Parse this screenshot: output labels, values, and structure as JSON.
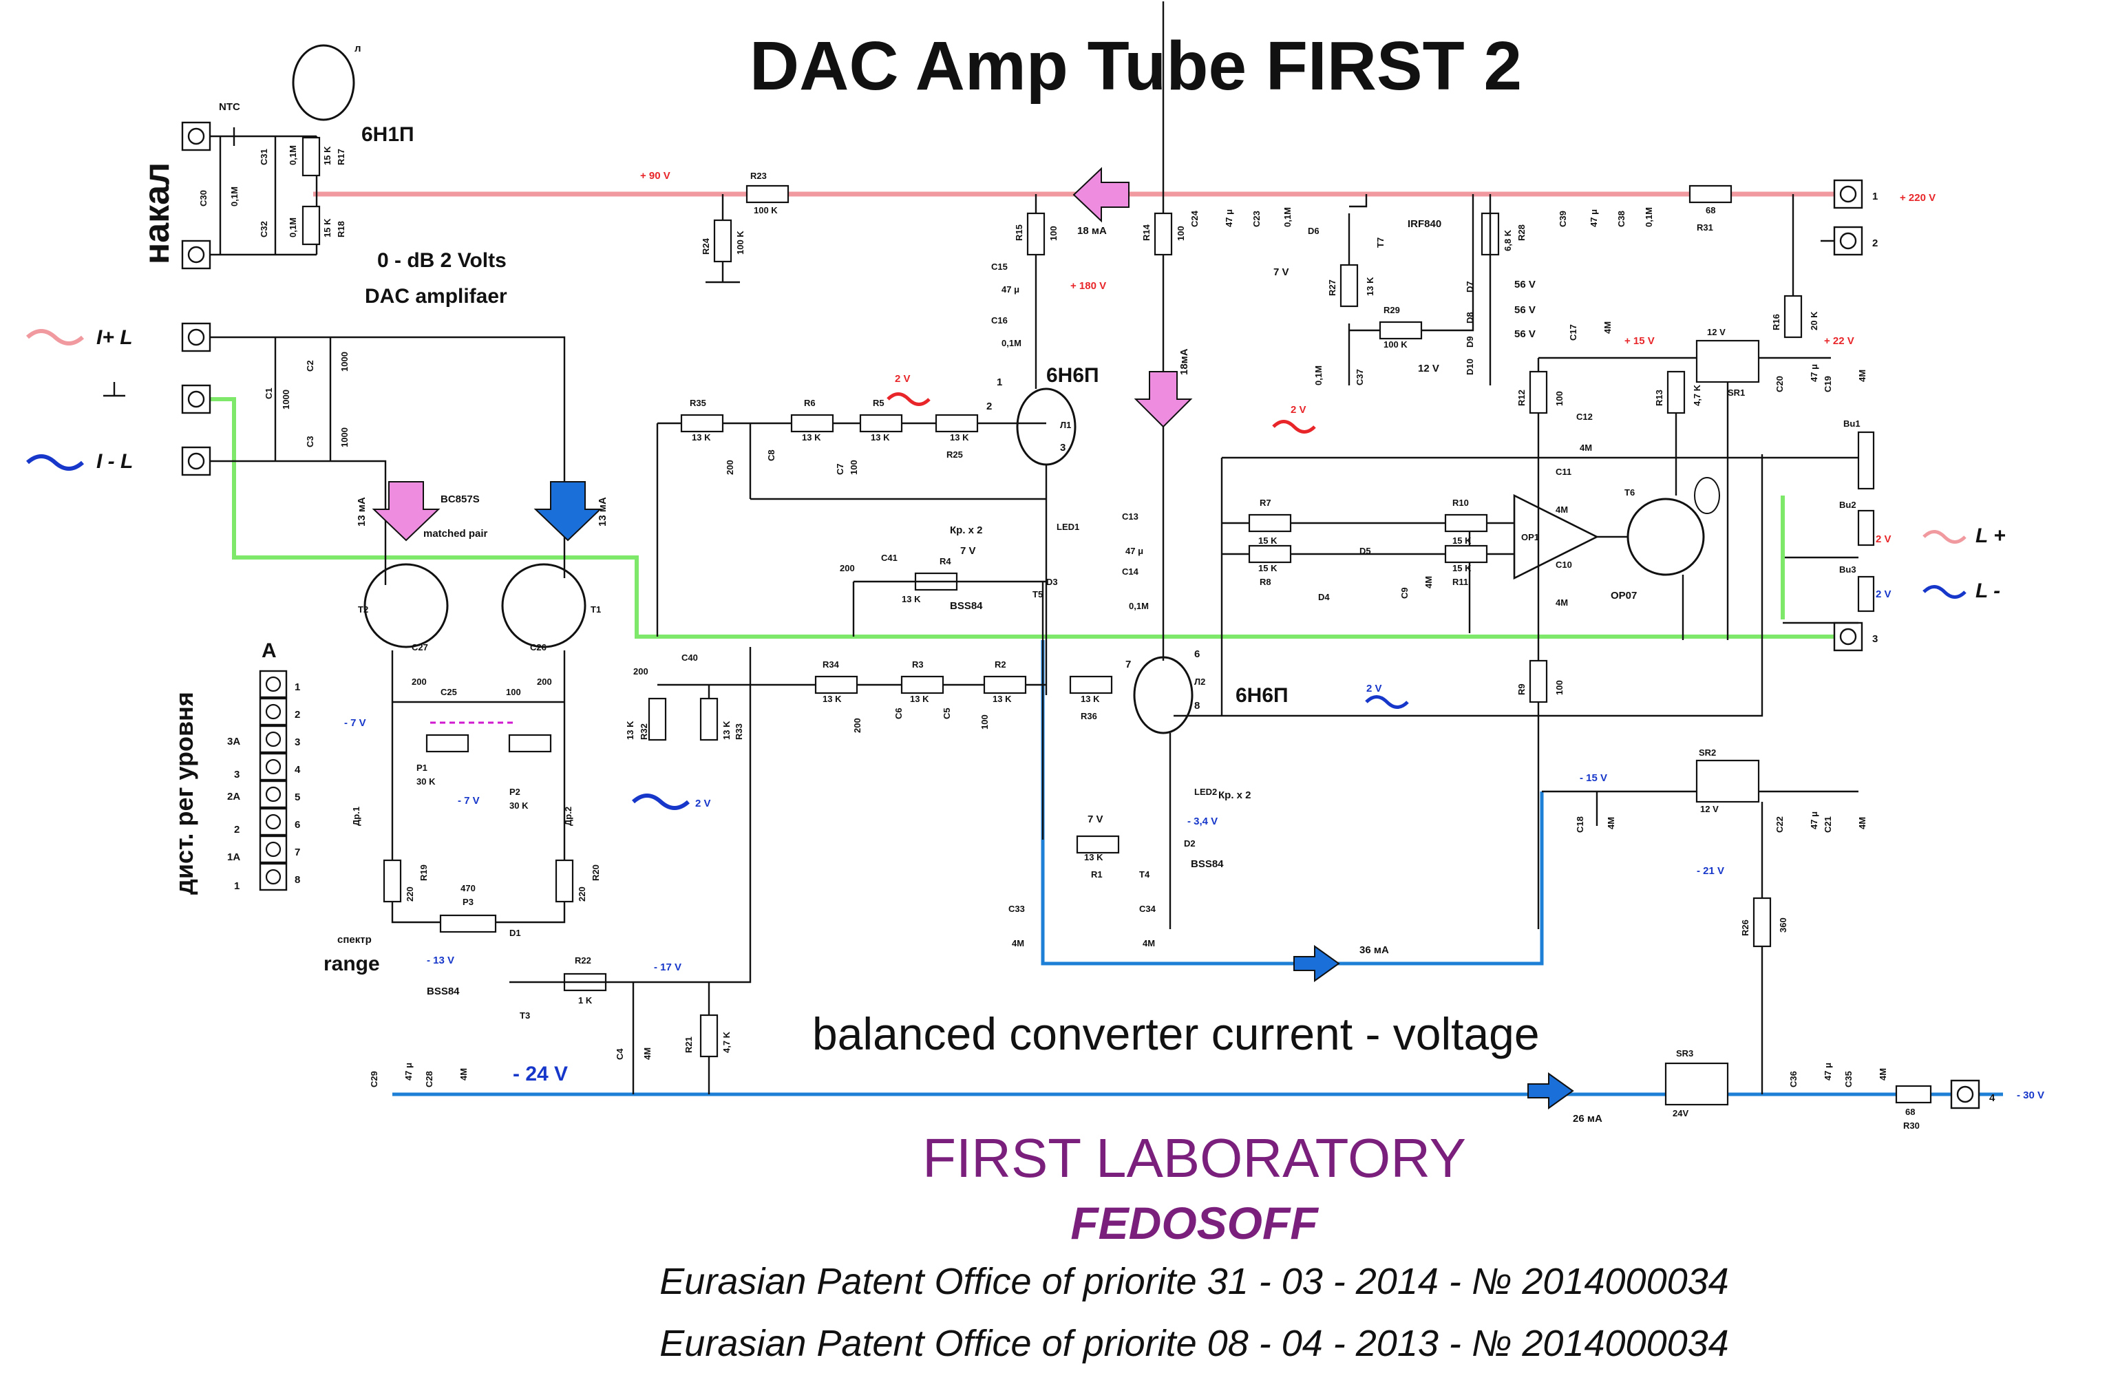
{
  "title": "DAC  Amp Tube FIRST 2",
  "subtitle_line1": "0 - dB 2 Volts",
  "subtitle_line2": "DAC amplifaer",
  "caption": "balanced converter current - voltage",
  "lab": "FIRST LABORATORY",
  "author": "FEDOSOFF",
  "patents": [
    "Eurasian Patent Office of priorite 31 - 03 - 2014 - № 2014000034",
    "Eurasian Patent Office of priorite 08 - 04 - 2013 - № 2014000034"
  ],
  "heater_label": "накал",
  "heater_tube": "6Н1П",
  "heater_tube_tag": "л",
  "ntc": "NTC",
  "tube_top": "6Н6П",
  "tube_bottom": "6Н6П",
  "mosfet": "IRF840",
  "opamp": "OP07",
  "transistor_pair": "BC857S",
  "matched_pair": "matched pair",
  "spectr_label": "спектр",
  "range_label": "range",
  "level_control_label": "дист. рег уровня",
  "connector_A": "A",
  "terminals": [
    {
      "num": "1",
      "voltage": "+ 220 V"
    },
    {
      "num": "2",
      "voltage": ""
    },
    {
      "num": "3",
      "voltage": ""
    },
    {
      "num": "4",
      "voltage": "- 30 V"
    }
  ],
  "inputs": [
    "I+ L",
    "I - L"
  ],
  "outputs": [
    "L +",
    "L -"
  ],
  "output_voltages": [
    "2 V",
    "2 V"
  ],
  "connector_pins": [
    "1",
    "2",
    "3",
    "4",
    "5",
    "6",
    "7",
    "8"
  ],
  "connector_labels": [
    "3A",
    "3",
    "2A",
    "2",
    "1A",
    "1"
  ],
  "voltages_red": [
    "+ 90 V",
    "+ 180 V",
    "2 V",
    "2 V",
    "+ 15 V",
    "+ 22 V"
  ],
  "voltages_blue": [
    "- 7 V",
    "- 7 V",
    "2 V",
    "- 13 V",
    "- 17 V",
    "- 24 V",
    "- 15 V",
    "- 21 V",
    "- 3,4 V",
    "2 V"
  ],
  "voltages_black": [
    "7 V",
    "7 V",
    "7 V",
    "12 V",
    "56 V",
    "56 V",
    "56 V"
  ],
  "currents": [
    "18 мА",
    "18мА",
    "13 мА",
    "13 мА",
    "36 мА",
    "26 мА"
  ],
  "kr_labels": [
    "Кр. x 2",
    "Кр. x 2"
  ],
  "bss": [
    "BSS84",
    "BSS84",
    "BSS84"
  ],
  "tube_pins_top": [
    "1",
    "2",
    "3",
    "Л1"
  ],
  "tube_pins_bottom": [
    "7",
    "6",
    "8",
    "Л2"
  ],
  "component_labels": {
    "R23": "R23",
    "R23v": "100 K",
    "R24": "R24",
    "R24v": "100 K",
    "R15": "R15",
    "R15v": "100",
    "R14": "R14",
    "R14v": "100",
    "C15": "C15",
    "C15v": "47 μ",
    "C16": "C16",
    "C16v": "0,1M",
    "C24": "C24",
    "C24v": "47 μ",
    "C23": "C23",
    "C23v": "0,1M",
    "D6": "D6",
    "T7": "T7",
    "R27": "R27",
    "R27v": "13 K",
    "R29": "R29",
    "R29v": "100 K",
    "C37": "C37",
    "C37v": "0,1M",
    "R28": "R28",
    "R28v": "6,8 K",
    "D7": "D7",
    "D8": "D8",
    "D9": "D9",
    "D10": "D10",
    "C39": "C39",
    "C39v": "47 μ",
    "C38": "C38",
    "C38v": "0,1M",
    "R31": "R31",
    "R31v": "68",
    "R16": "R16",
    "R16v": "20 K",
    "C17": "C17",
    "C17v": "4M",
    "SR1": "SR1",
    "SR1v": "12 V",
    "C20": "C20",
    "C20v": "47 μ",
    "C19": "C19",
    "C19v": "4M",
    "R12": "R12",
    "R12v": "100",
    "R13": "R13",
    "R13v": "4,7 K",
    "C12": "C12",
    "C12v": "4M",
    "C11": "C11",
    "C11v": "4M",
    "C10": "C10",
    "C10v": "4M",
    "T6": "T6",
    "OP1": "OP1",
    "R10": "R10",
    "R10v": "15 K",
    "R11": "R11",
    "R11v": "15 K",
    "R7": "R7",
    "R7v": "15 K",
    "R8": "R8",
    "R8v": "15 K",
    "D5": "D5",
    "D4": "D4",
    "C9": "C9",
    "C9v": "4M",
    "C13": "C13",
    "C13v": "47 μ",
    "C14": "C14",
    "C14v": "0,1M",
    "LED1": "LED1",
    "D3": "D3",
    "T5": "T5",
    "R4": "R4",
    "R4v": "13 K",
    "C41": "C41",
    "C41v": "200",
    "R35": "R35",
    "R35v": "13 K",
    "R6": "R6",
    "R6v": "13 K",
    "R5": "R5",
    "R5v": "13 K",
    "R25": "R25",
    "R25v": "13 K",
    "C8": "C8",
    "C8v": "200",
    "C7": "C7",
    "C7v": "100",
    "C40": "C40",
    "R34": "R34",
    "R34v": "13 K",
    "R3": "R3",
    "R3v": "13 K",
    "R2": "R2",
    "R2v": "13 K",
    "R36": "R36",
    "R36v": "13 K",
    "C6": "C6",
    "C6v": "200",
    "C5": "C5",
    "C5v": "100",
    "R32": "R32",
    "R32v": "13 K",
    "R33": "R33",
    "R33v": "13 K",
    "C40v": "200",
    "LED2": "LED2",
    "D2": "D2",
    "T4": "T4",
    "R1": "R1",
    "R1v": "13 K",
    "C33": "C33",
    "C33v": "4M",
    "C34": "C34",
    "C34v": "4M",
    "R9": "R9",
    "R9v": "100",
    "C18": "C18",
    "C18v": "4M",
    "SR2": "SR2",
    "SR2v": "12 V",
    "C22": "C22",
    "C22v": "47 μ",
    "C21": "C21",
    "C21v": "4M",
    "R26": "R26",
    "R26v": "360",
    "SR3": "SR3",
    "SR3v": "24V",
    "C36": "C36",
    "C36v": "47 μ",
    "C35": "C35",
    "C35v": "4M",
    "R30": "R30",
    "R30v": "68",
    "C29": "C29",
    "C29v": "47 μ",
    "C28": "C28",
    "C28v": "4M",
    "C4": "C4",
    "C4v": "4M",
    "R21": "R21",
    "R21v": "4,7 K",
    "R22": "R22",
    "R22v": "1 K",
    "T3": "T3",
    "D1": "D1",
    "P3": "P3",
    "P3v": "470",
    "R19": "R19",
    "R19v": "220",
    "R20": "R20",
    "R20v": "220",
    "Dr1": "Др.1",
    "Dr2": "Др.2",
    "P1": "P1",
    "P1v": "30 K",
    "P2": "P2",
    "P2v": "30 K",
    "C25": "C25",
    "C25v": "100",
    "C27": "C27",
    "C27v": "200",
    "C26": "C26",
    "C26v": "200",
    "T1": "T1",
    "T2": "T2",
    "C1": "C1",
    "C1v": "1000",
    "C2": "C2",
    "C2v": "1000",
    "C3": "C3",
    "C3v": "1000",
    "C30": "C30",
    "C30v": "0,1M",
    "C31": "C31",
    "C31v": "0,1M",
    "C32": "C32",
    "C32v": "0,1M",
    "R17": "R17",
    "R17v": "15 K",
    "R18": "R18",
    "R18v": "15 K",
    "Bu1": "Bu1",
    "Bu2": "Bu2",
    "Bu3": "Bu3"
  },
  "colors": {
    "hv_rail": "#f09aa0",
    "neg_rail": "#1e7fd6",
    "ground": "#7ee86a",
    "accent_red": "#e8262a",
    "accent_blue": "#1637c9",
    "lab": "#7a1f7c",
    "arrow_pink": "#ee8ce0",
    "arrow_blue": "#1b6fd8"
  }
}
